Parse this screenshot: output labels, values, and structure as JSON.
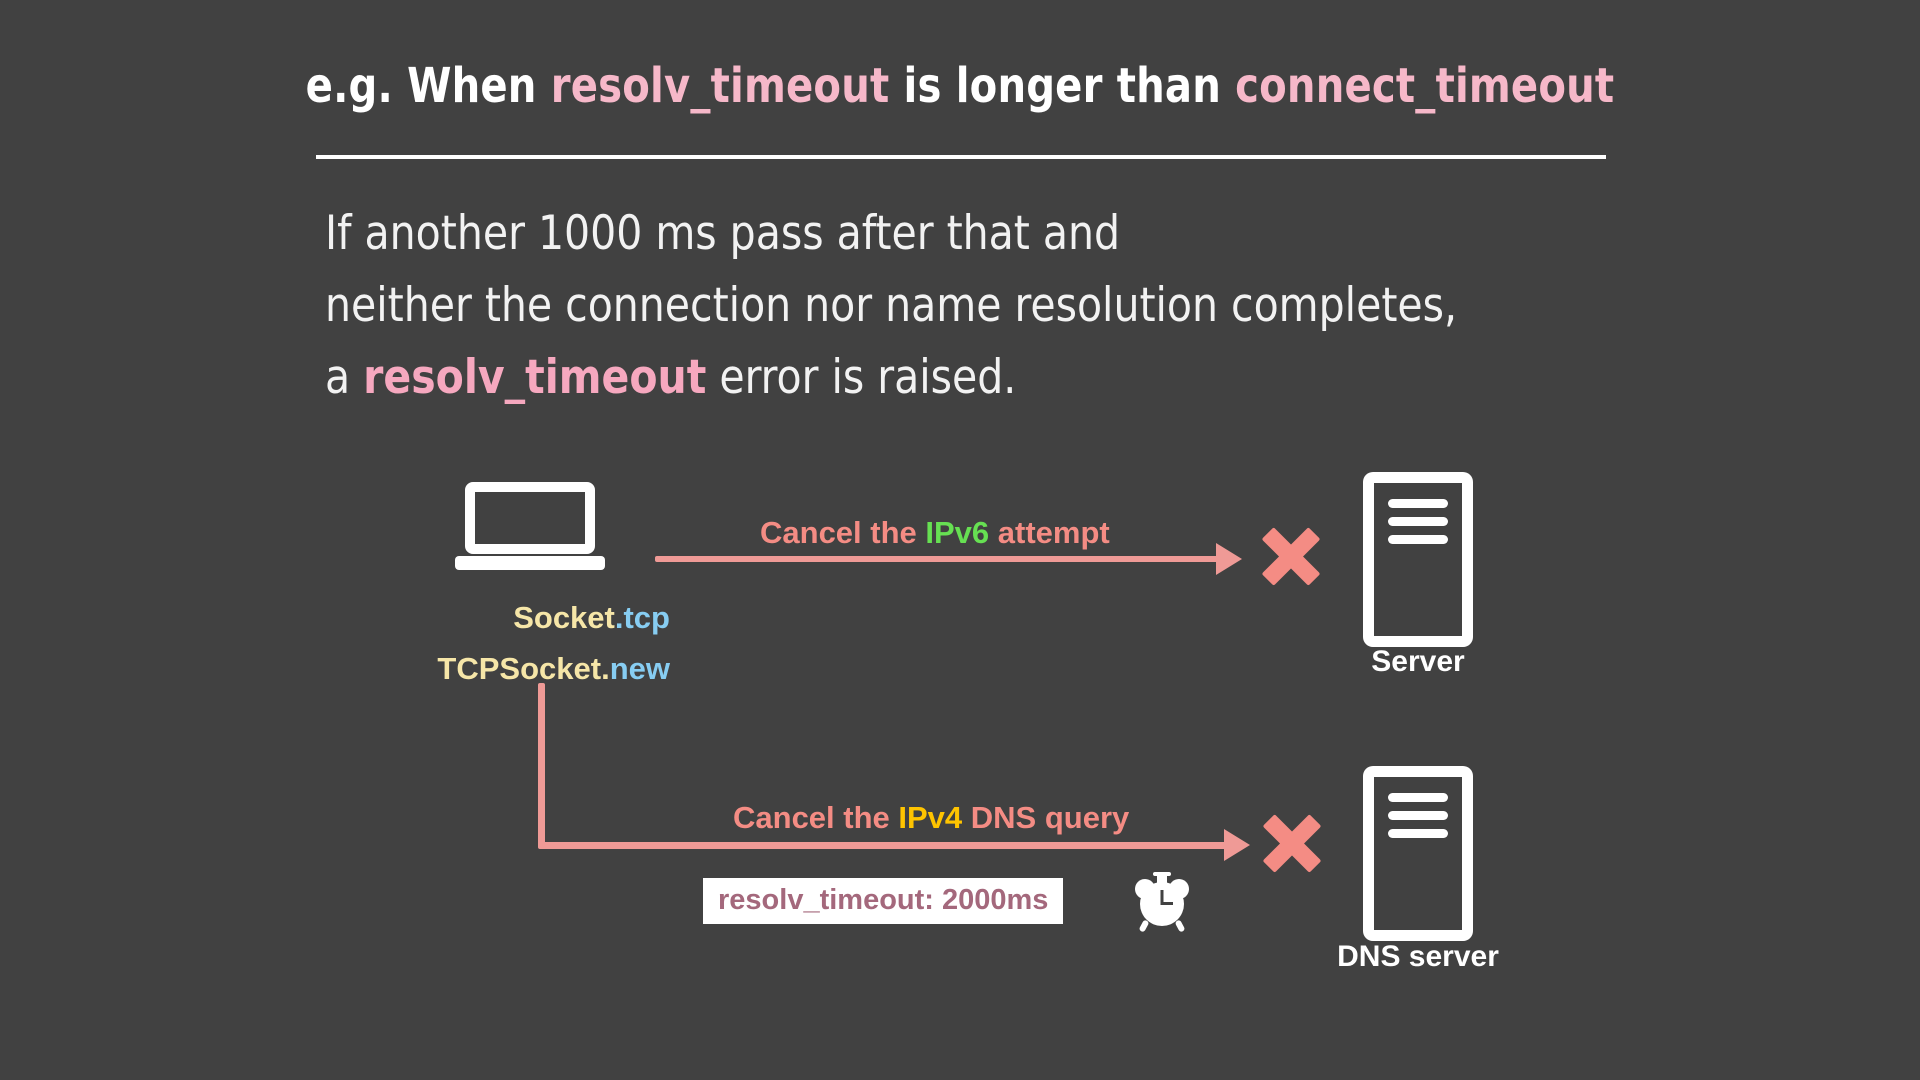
{
  "slide": {
    "background_color": "#414141",
    "title": {
      "prefix": "e.g. When ",
      "term1": "resolv_timeout",
      "middle": " is longer than ",
      "term2": "connect_timeout",
      "highlight_color": "#f6b8c9"
    },
    "body": {
      "line1": "If another 1000 ms pass after that and",
      "line2": "neither the connection nor name resolution completes,",
      "line3_prefix": "a ",
      "line3_term": "resolv_timeout",
      "line3_suffix": " error is raised.",
      "term_color": "#f6a8bf"
    }
  },
  "diagram": {
    "client": {
      "icon": "laptop-icon",
      "label_line1_method": "Socket",
      "label_line1_call": ".tcp",
      "label_line2_method": "TCPSocket",
      "label_line2_dot": ".",
      "label_line2_call": "new",
      "method_color": "#f6e6a8",
      "call_color": "#87cdf2"
    },
    "flow_top": {
      "label_prefix": "Cancel the ",
      "label_protocol": "IPv6",
      "label_suffix": " attempt",
      "protocol_color": "#66e052",
      "arrow_color": "#ef9a96",
      "result_icon": "x-mark-icon",
      "target_icon": "server-icon",
      "target_label": "Server"
    },
    "flow_bottom": {
      "label_prefix": "Cancel the ",
      "label_protocol": "IPv4",
      "label_suffix": " DNS query",
      "protocol_color": "#ffc400",
      "arrow_color": "#ef9a96",
      "result_icon": "x-mark-icon",
      "target_icon": "server-icon",
      "target_label": "DNS server",
      "timeout_badge": "resolv_timeout: 2000ms",
      "timeout_badge_text_color": "#a4687c",
      "timer_icon": "alarm-clock-icon"
    }
  }
}
